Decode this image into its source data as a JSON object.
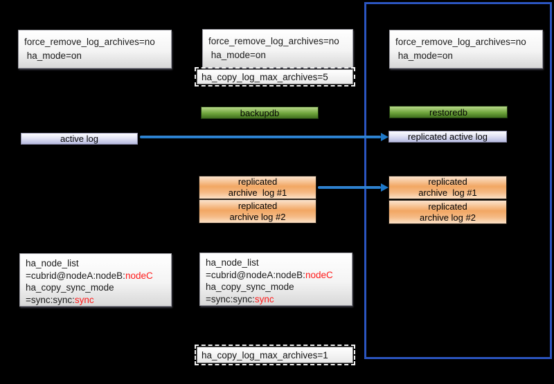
{
  "colors": {
    "background": "#000000",
    "frame-blue": "#2b55c0",
    "arrow-blue": "#1e78c8",
    "highlight-red": "#ff1a1a",
    "green-box-mid": "#6fa53c",
    "orange-box-mid": "#f2a763",
    "lavender-box-bottom": "#b7bbe0",
    "gray-box-bottom": "#d8d8d8"
  },
  "config_top": {
    "line1": "force_remove_log_archives=no",
    "line2": " ha_mode=on"
  },
  "params": {
    "copy_log_max_archives_5": "ha_copy_log_max_archives=5",
    "copy_log_max_archives_1": "ha_copy_log_max_archives=1"
  },
  "commands": {
    "backupdb": "backupdb",
    "restoredb": "restoredb"
  },
  "logs": {
    "active_log": "active log",
    "replicated_active_log": "replicated active log",
    "archive1_line1": "replicated",
    "archive1_line2": "archive  log #1",
    "archive2_line1": "replicated",
    "archive2_line2": "archive log #2"
  },
  "node_config": {
    "line1": "ha_node_list",
    "line2_main": "=cubrid@nodeA:nodeB:",
    "line2_highlight": "nodeC",
    "line3": "ha_copy_sync_mode",
    "line4_main": "=sync:sync:",
    "line4_highlight": "sync"
  }
}
